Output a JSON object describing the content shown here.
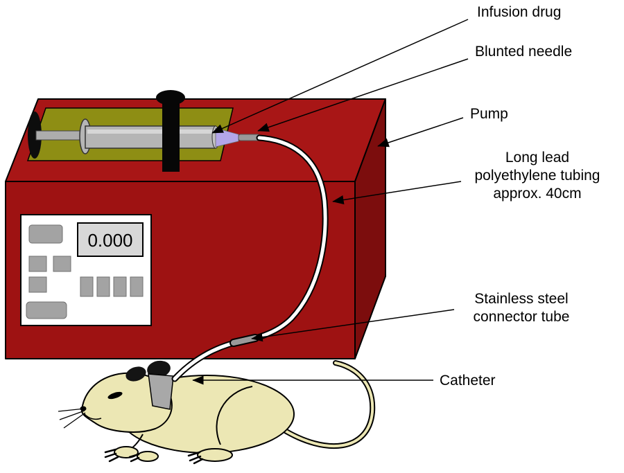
{
  "pump": {
    "display_value": "0.000"
  },
  "labels": {
    "infusion_drug": "Infusion drug",
    "blunted_needle": "Blunted needle",
    "pump": "Pump",
    "tubing_line1": "Long lead",
    "tubing_line2": "polyethylene tubing",
    "tubing_line3": "approx. 40cm",
    "connector_line1": "Stainless steel",
    "connector_line2": "connector tube",
    "catheter": "Catheter"
  },
  "colors": {
    "pump_front": "#9e1212",
    "pump_top": "#a81616",
    "pump_side": "#7c0d0d",
    "platform": "#8e8e14",
    "drug_tip": "#b3a6e8",
    "needle_gray": "#9a9a9a",
    "rat_body": "#ece7b4",
    "tubing_white": "#ffffff"
  }
}
